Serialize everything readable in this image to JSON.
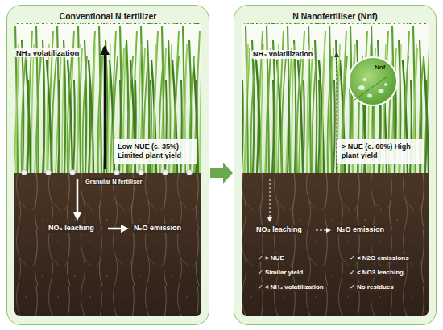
{
  "diagram": {
    "nodes": [
      {
        "text": [
          "Conventional N fertilizer"
        ]
      },
      {
        "text": [
          "Low NUE (c. 35%) Limited plant yield"
        ],
        "in": 0
      },
      {
        "text": [
          "N Nanofertiliser (Nnf)"
        ]
      },
      {
        "text": [
          "Nnf"
        ],
        "in": 2
      },
      {
        "text": [
          "> NUE (c. 60%) High plant yield"
        ],
        "in": 2
      }
    ],
    "edges": [
      {
        "from": 0,
        "to": 2,
        "arrow": "to"
      }
    ],
    "labels": [
      "NH₃ volatilization",
      "Granular N fertiliser",
      "NO₃ leaching",
      "N₂O emission",
      "NH₃ volatilization",
      "NO₃ leaching",
      "N₂O emission",
      "✓ > NUE",
      "✓ < N2O emissions",
      "✓ Similar yield",
      "✓ < NO3 leaching",
      "✓ < NH₃ volatilization",
      "✓ No residues"
    ]
  }
}
